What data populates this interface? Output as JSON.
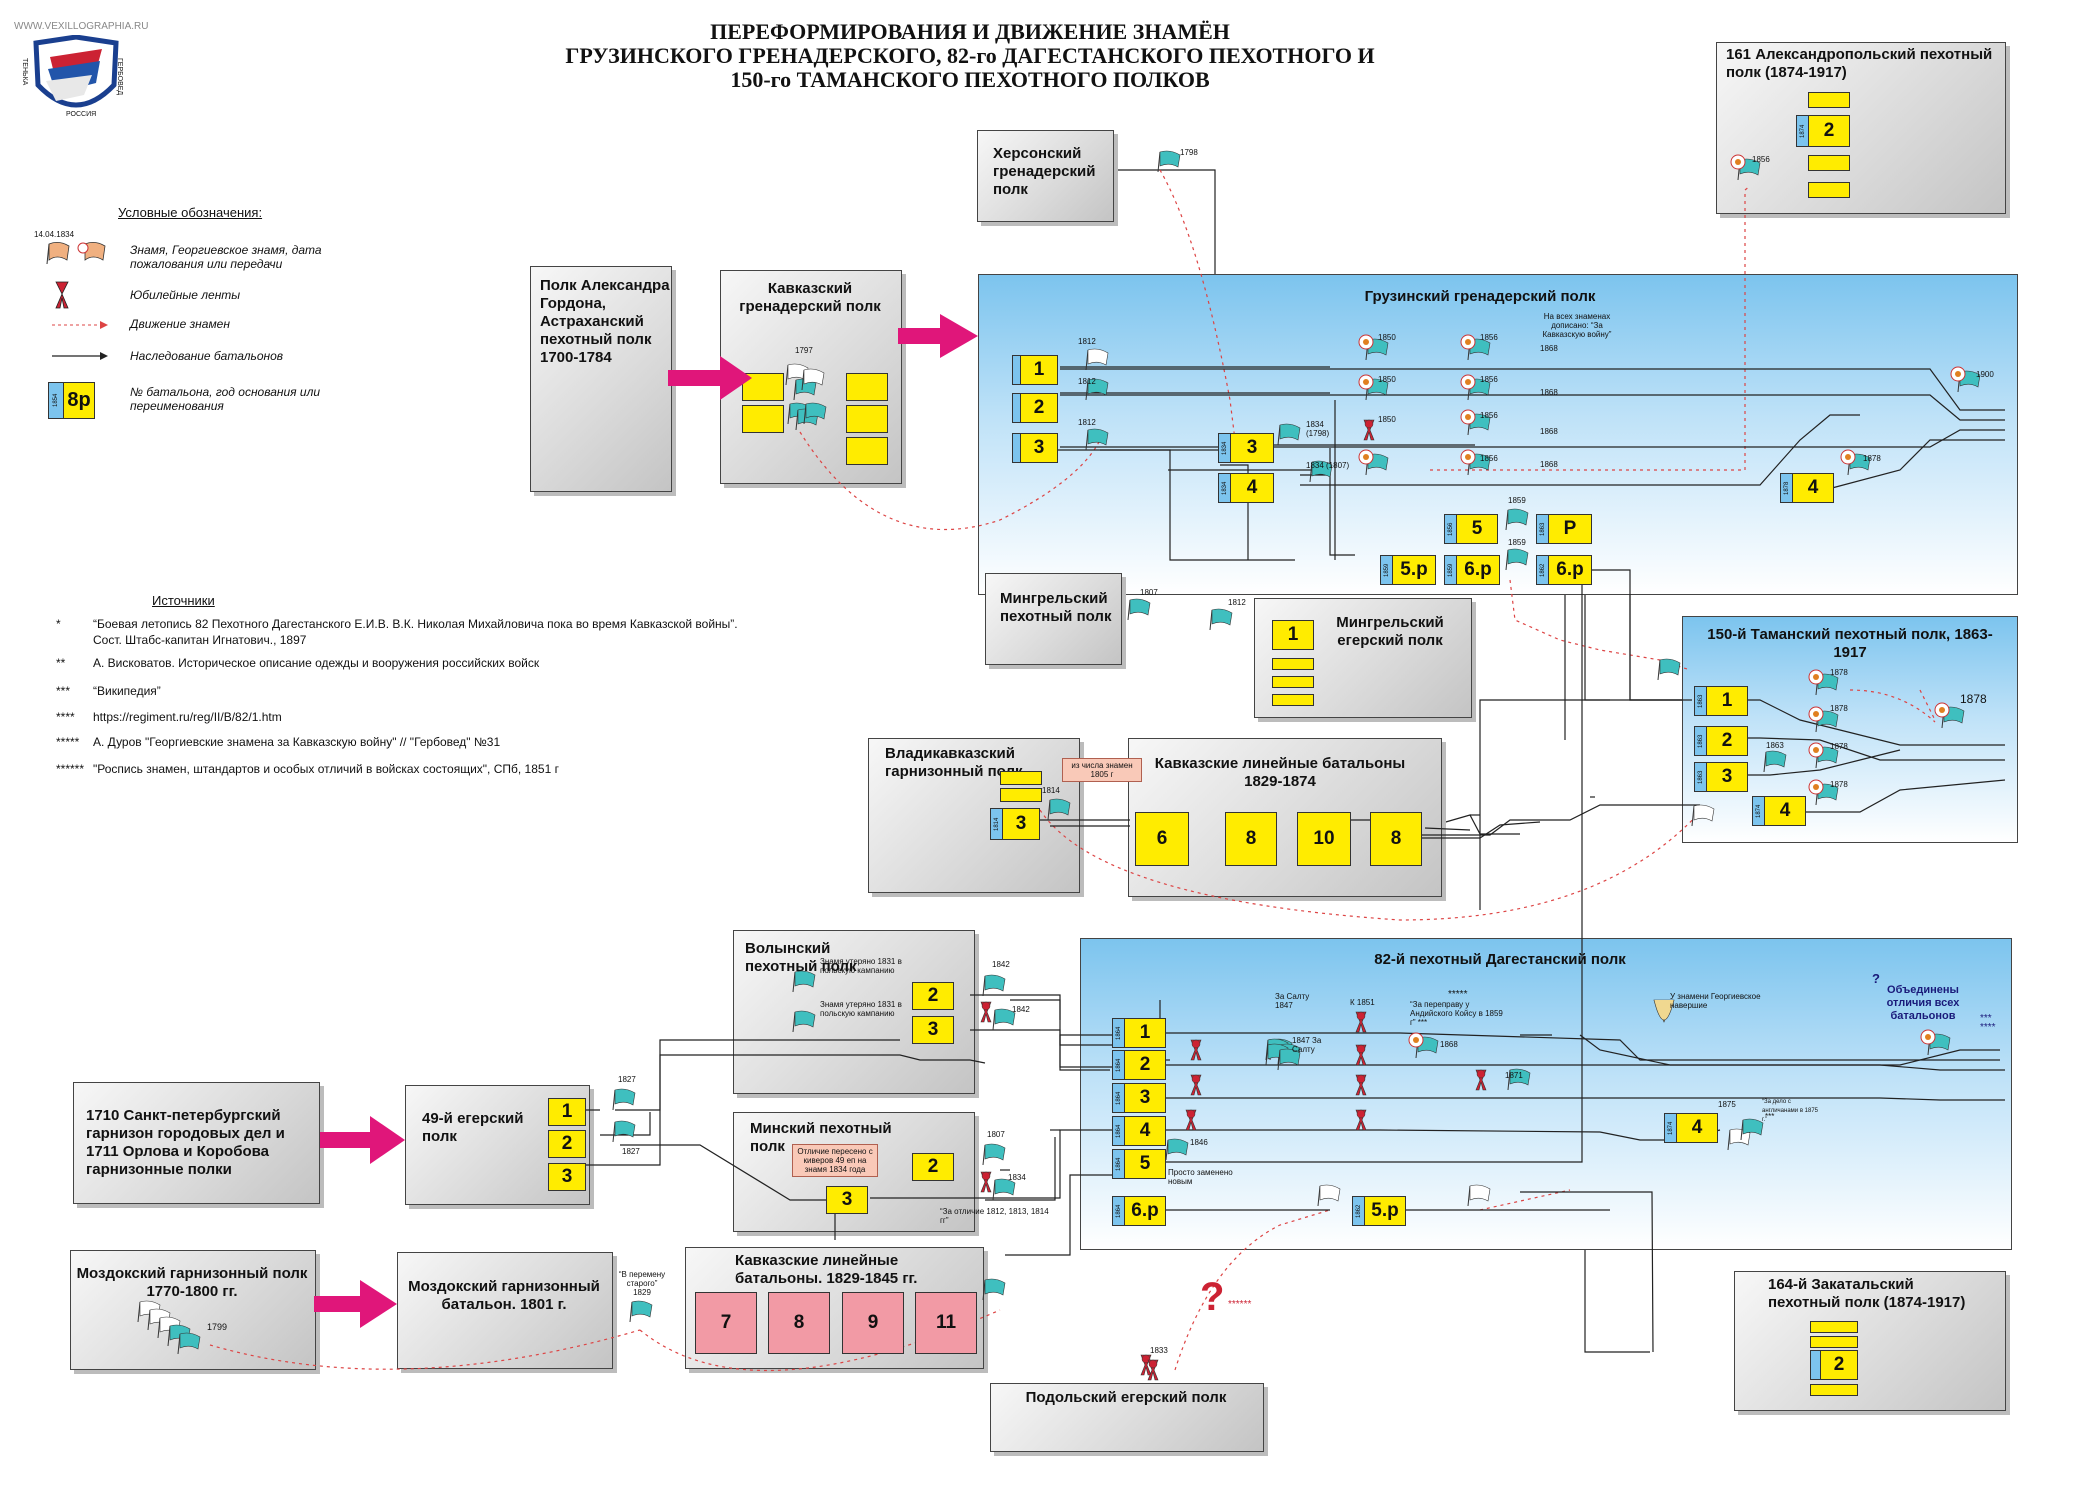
{
  "website": "WWW.VEXILLOGRAPHIA.RU",
  "title": [
    "ПЕРЕФОРМИРОВАНИЯ И ДВИЖЕНИЕ ЗНАМЁН",
    "ГРУЗИНСКОГО ГРЕНАДЕРСКОГО,  82-го ДАГЕСТАНСКОГО ПЕХОТНОГО И",
    "150-го ТАМАНСКОГО  ПЕХОТНОГО ПОЛКОВ"
  ],
  "logo": {
    "left": "ТЕНЬКА",
    "right": "ГЕРБОВЕД",
    "bottom": "РОССИЯ"
  },
  "legend": {
    "heading": "Условные обозначения:",
    "date": "14.04.1834",
    "flags": "Знамя, Георгиевское знамя, дата пожалования или передачи",
    "ribbons": "Юбилейные ленты",
    "movement": "Движение знамен",
    "inheritance": "Наследование батальонов",
    "badge": "№ батальона, год основания или переименования",
    "badge_num": "8р",
    "badge_year": "1854"
  },
  "sources": {
    "heading": "Источники",
    "items": [
      {
        "m": "*",
        "t": "“Боевая летопись 82 Пехотного Дагестанского Е.И.В. В.К. Николая Михайловича пока во время Кавказской войны”."
      },
      {
        "m": "",
        "t": "Сост. Штабс-капитан Игнатович., 1897"
      },
      {
        "m": "**",
        "t": "А. Висковатов.  Историческое описание одежды и вооружения российских войск"
      },
      {
        "m": "***",
        "t": "“Википедия”"
      },
      {
        "m": "****",
        "t": "https://regiment.ru/reg/II/B/82/1.htm"
      },
      {
        "m": "*****",
        "t": "А. Дуров \"Георгиевские знамена за Кавказскую войну\" //  \"Гербовед\" №31"
      },
      {
        "m": "******",
        "t": "\"Роспись знамен, штандартов и особых отличий в войсках состоящих\", СПб, 1851 г"
      }
    ]
  },
  "regiments": {
    "gordon": "Полк Александра Гордона, Астраханский пехотный полк 1700-1784",
    "kavkaz_gren": "Кавказский гренадерский полк",
    "kherson": "Херсонский гренадерский полк",
    "gruz": "Грузинский гренадерский полк",
    "alexandropol": "161 Александропольский пехотный полк (1874-1917)",
    "mingrel_pekh": "Мингрельский пехотный полк",
    "mingrel_eger": "Мингрельский егерский полк",
    "taman": "150-й Таманский пехотный полк, 1863-1917",
    "vladikavkaz": "Владикавказский гарнизонный полк",
    "kavkaz_lin1": "Кавказские линейные батальоны 1829-1874",
    "volyn": "Волынский пехотный полк",
    "minsk": "Минский пехотный полк",
    "dagestan": "82-й пехотный Дагестанский полк",
    "spb": "1710  Санкт-петербургский гарнизон городовых дел и 1711 Орлова и Коробова гарнизонные полки",
    "eger49": "49-й егерский полк",
    "mozdok_pol": "Моздокский гарнизонный полк 1770-1800 гг.",
    "mozdok_bat": "Моздокский гарнизонный батальон. 1801 г.",
    "kavkaz_lin2": "Кавказские линейные батальоны. 1829-1845 гг.",
    "podolsk": "Подольский егерский полк",
    "zakatal": "164-й Закатальский пехотный полк (1874-1917)"
  },
  "battalions": {
    "g1": "1",
    "g2": "2",
    "g3": "3",
    "g3b": "3",
    "g4": "4",
    "g4b": "4",
    "g5": "5",
    "gP": "Р",
    "g5p": "5.р",
    "g6p": "6.р",
    "g6pb": "6.р",
    "a2": "2",
    "m1": "1",
    "t1": "1",
    "t2": "2",
    "t3": "3",
    "t4": "4",
    "v3": "3",
    "l6": "6",
    "l8": "8",
    "l10": "10",
    "l8b": "8",
    "w2": "2",
    "w3": "3",
    "mn2": "2",
    "mn3": "3",
    "d1": "1",
    "d2": "2",
    "d3": "3",
    "d4": "4",
    "d5": "5",
    "d6p": "6.р",
    "d5p": "5.р",
    "d4b": "4",
    "e1": "1",
    "e2": "2",
    "e3": "3",
    "k7": "7",
    "k8": "8",
    "k9": "9",
    "k11": "11",
    "z2": "2"
  },
  "years": {
    "y1874a": "1874",
    "y1834a": "1834",
    "y1834b": "1834",
    "y1878": "1878",
    "y1856": "1856",
    "y1859": "1859",
    "y1863": "1863",
    "y1862": "1862",
    "y1863b": "1863",
    "y1863c": "1863",
    "y1874t": "1874",
    "y1814": "1814",
    "y1854": "1854",
    "y1856b": "1856",
    "y1844": "1844",
    "y1874z": "1874",
    "y1864d": "1864"
  },
  "labels": {
    "f1797": "1797",
    "f1798": "1798",
    "f1812a": "1812",
    "f1812b": "1812",
    "f1812c": "1812",
    "f1850a": "1850",
    "f1850b": "1850",
    "f1850c": "1850",
    "f1856a": "1856",
    "f1856b": "1856",
    "f1856c": "1856",
    "f1856d": "1856",
    "f1868a": "1868",
    "f1868b": "1868",
    "f1868c": "1868",
    "f1868d": "1868",
    "gnote": "На всех знаменах дописано: “За Кавказскую войну”",
    "f1834_1798": "1834 (1798)",
    "f1834_1807": "1834 (1807)",
    "f1900": "1900",
    "f1878a": "1878",
    "f1859a": "1859",
    "f1859b": "1859",
    "f1856al": "1856",
    "f1807": "1807",
    "f1812m": "1812",
    "f1878t1": "1878",
    "f1878t2": "1878",
    "f1878t3": "1878",
    "f1878t4": "1878",
    "f1878big": "1878",
    "f1863t": "1863",
    "f1814": "1814",
    "vnote": "из числа знамен 1805 г",
    "vol1": "Знамя утеряно 1831 в польскую кампанию",
    "vol2": "Знамя утеряно 1831 в польскую кампанию",
    "f1842a": "1842",
    "f1842b": "1842",
    "f1807mn": "1807",
    "f1834mn": "1834",
    "mnnote": "Отличие пересено с киверов 49 еп на знамя 1834 года",
    "mnnote2": "“За отличие 1812, 1813, 1814 гг”",
    "f1827a": "1827",
    "f1827b": "1827",
    "f1799": "1799",
    "f1829": "“В перемену старого” 1829",
    "f1833": "1833",
    "qmark": "?",
    "qstars": "******",
    "dsaltu": "За Салту 1847",
    "dsaltu2": "1847 За Салту",
    "dk1851": "К 1851",
    "dstars": "*****",
    "dandi": "“За переправу у Андийского Койсу в 1859 г” ***",
    "d1868": "1868",
    "dgeorg": "У знамени Георгиевское навершие",
    "d1871": "1871",
    "d1846": "1846",
    "dreplaced": "Просто заменено новым",
    "dq": "?",
    "dunite": "Объединены отличия всех батальонов",
    "dunite_s": "***\n****",
    "d1875": "1875",
    "d1875n": "“За дело с англичанами в 1875 г.”",
    "d1875s": "***"
  }
}
